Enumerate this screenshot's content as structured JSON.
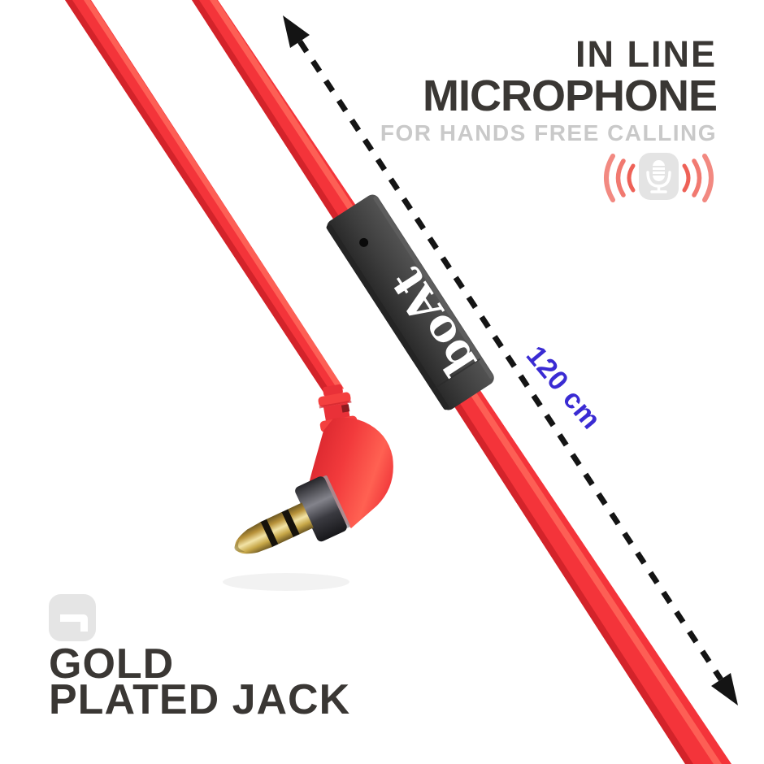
{
  "page": {
    "type": "product-feature-image",
    "background": "#ffffff"
  },
  "brand": {
    "logo_text": "boAt"
  },
  "features": {
    "inline_mic": {
      "title_line1": "IN LINE",
      "title_line2": "MICROPHONE",
      "subtitle": "FOR HANDS FREE CALLING"
    },
    "gold_jack": {
      "title_line1": "GOLD",
      "title_line2": "PLATED JACK"
    }
  },
  "measurement": {
    "cable_length": "120 cm"
  },
  "icons": {
    "microphone": "microphone-in-rounded-square",
    "sound_waves": "red-sound-wave-arcs",
    "jack": "right-angle-jack-pictogram",
    "arrow": "dashed-double-headed-length-arrow"
  },
  "colors": {
    "cable_red": "#f4343a",
    "cable_highlight": "#ff6a5c",
    "cable_shadow": "#cf2129",
    "text_dark": "#3a3734",
    "subtitle_gray": "#c9c9c9",
    "length_blue": "#3a2bd3",
    "gold": "#d9b959",
    "module_black": "#3d3d3d",
    "wave_red": "#ee6157"
  }
}
